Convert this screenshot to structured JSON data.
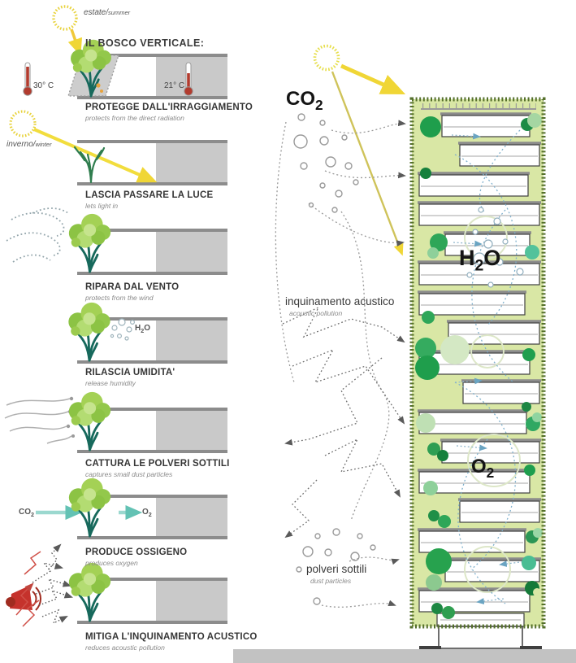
{
  "main_title": "IL BOSCO VERTICALE:",
  "left_panel": {
    "rows": [
      {
        "title": "PROTEGGE DALL'IRRAGGIAMENTO",
        "subtitle": "protects from the direct radiation"
      },
      {
        "title": "LASCIA PASSARE LA LUCE",
        "subtitle": "lets light in"
      },
      {
        "title": "RIPARA  DAL VENTO",
        "subtitle": "protects from the wind"
      },
      {
        "title": "RILASCIA UMIDITA'",
        "subtitle": "release humidity"
      },
      {
        "title": "CATTURA LE POLVERI SOTTILI",
        "subtitle": "captures small dust particles"
      },
      {
        "title": "PRODUCE OSSIGENO",
        "subtitle": "produces oxygen"
      },
      {
        "title": "MITIGA L'INQUINAMENTO ACUSTICO",
        "subtitle": "reduces acoustic pollution"
      }
    ],
    "season_summer": {
      "primary": "estate/",
      "secondary": "summer"
    },
    "season_winter": {
      "primary": "inverno/",
      "secondary": "winter"
    },
    "temp_hot": "30° C",
    "temp_cold": "21° C"
  },
  "chem": {
    "co2": {
      "base": "CO",
      "sub": "2"
    },
    "o2": {
      "base": "O",
      "sub": "2"
    },
    "h2o": {
      "base": "H",
      "sub": "2",
      "tail": "O"
    }
  },
  "right_panel": {
    "acoustic_label": "inquinamento acustico",
    "acoustic_sublabel": "acoustic pollution",
    "dust_label": "polveri sottili",
    "dust_sublabel": "dust particles"
  },
  "colors": {
    "tower_fill": "#d9e7a5",
    "tower_border": "#55702c",
    "foliage_green": "#9ccb4e",
    "trunk_teal": "#17695c",
    "sun_yellow": "#e8d23a",
    "slab_gray": "#c9c9c9",
    "bar_gray": "#8c8c8c",
    "teal_arrow": "#9bd8cf",
    "megaphone_red": "#c5322c",
    "tree_dark_green": "#1f9e4c"
  }
}
